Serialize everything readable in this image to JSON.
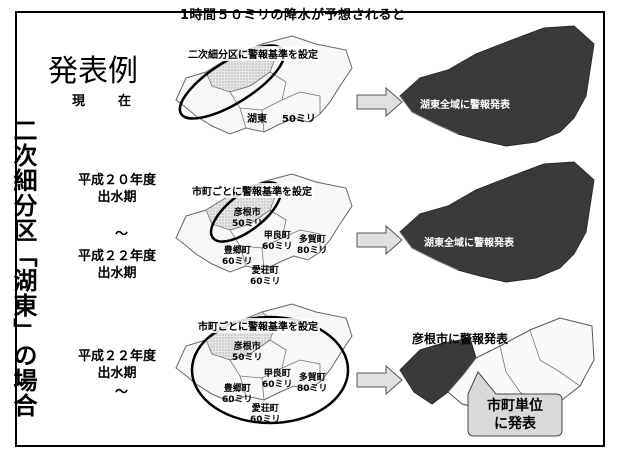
{
  "heading": "1時間５０ミリの降水が予想されると",
  "example_title": "発表例",
  "now_label": "現　在",
  "vertical_title": "二次細分区「湖東」の場合",
  "rows": [
    {
      "period": [
        "",
        ""
      ],
      "setting_label": "二次細分区に警報基準を設定",
      "region_label": "湖東",
      "region_value": "50ミリ",
      "result_label": "湖東全域に警報発表"
    },
    {
      "period": [
        "平成２０年度",
        "出水期",
        "〜",
        "平成２２年度",
        "出水期"
      ],
      "setting_label": "市町ごとに警報基準を設定",
      "cities": [
        {
          "name": "彦根市",
          "value": "50ミリ"
        },
        {
          "name": "甲良町",
          "value": "60ミリ"
        },
        {
          "name": "多賀町",
          "value": "80ミリ"
        },
        {
          "name": "豊郷町",
          "value": "60ミリ"
        },
        {
          "name": "愛荘町",
          "value": "60ミリ"
        }
      ],
      "result_label": "湖東全域に警報発表"
    },
    {
      "period": [
        "平成２２年度",
        "出水期",
        "〜"
      ],
      "setting_label": "市町ごとに警報基準を設定",
      "cities": [
        {
          "name": "彦根市",
          "value": "50ミリ"
        },
        {
          "name": "甲良町",
          "value": "60ミリ"
        },
        {
          "name": "多賀町",
          "value": "80ミリ"
        },
        {
          "name": "豊郷町",
          "value": "60ミリ"
        },
        {
          "name": "愛荘町",
          "value": "60ミリ"
        }
      ],
      "result_label": "彦根市に警報発表",
      "callout": [
        "市町単位",
        "に発表"
      ]
    }
  ],
  "colors": {
    "dark_fill": "#3a3a3a",
    "light_fill": "#d8d8d8",
    "callout_fill": "#d9d9d9"
  }
}
